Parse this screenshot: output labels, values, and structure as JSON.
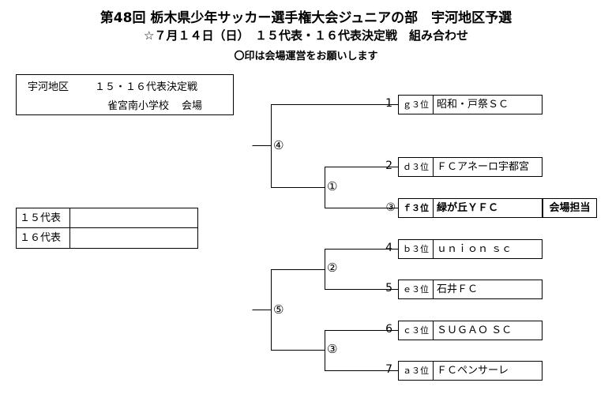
{
  "header": {
    "title": "第48回 栃木県少年サッカー選手権大会ジュニアの部　宇河地区予選",
    "subtitle": "☆７月１４日（日）　１５代表・１６代表決定戦　組み合わせ",
    "note": "〇印は会場運営をお願いします"
  },
  "venue": {
    "line1_left": "宇河地区",
    "line1_right": "１５・１６代表決定戦",
    "line2_left": "雀宮南小学校",
    "line2_right": "会場"
  },
  "representatives": [
    {
      "label": "１５代表",
      "value": ""
    },
    {
      "label": "１６代表",
      "value": ""
    }
  ],
  "teams": [
    {
      "seed": "1",
      "place": "ｇ３位",
      "name": "昭和・戸祭ＳＣ"
    },
    {
      "seed": "2",
      "place": "ｄ３位",
      "name": "ＦＣアネーロ宇都宮"
    },
    {
      "seed": "③",
      "place": "ｆ３位",
      "name": "緑が丘ＹＦＣ"
    },
    {
      "seed": "4",
      "place": "ｂ３位",
      "name": "ｕｎｉｏｎ ｓｃ"
    },
    {
      "seed": "5",
      "place": "ｅ３位",
      "name": "石井ＦＣ"
    },
    {
      "seed": "6",
      "place": "ｃ３位",
      "name": "ＳＵＧＡＯ ＳＣ"
    },
    {
      "seed": "7",
      "place": "ａ３位",
      "name": "ＦＣペンサーレ"
    }
  ],
  "host_label": "会場担当",
  "matches": [
    "①",
    "②",
    "③",
    "④",
    "⑤"
  ]
}
